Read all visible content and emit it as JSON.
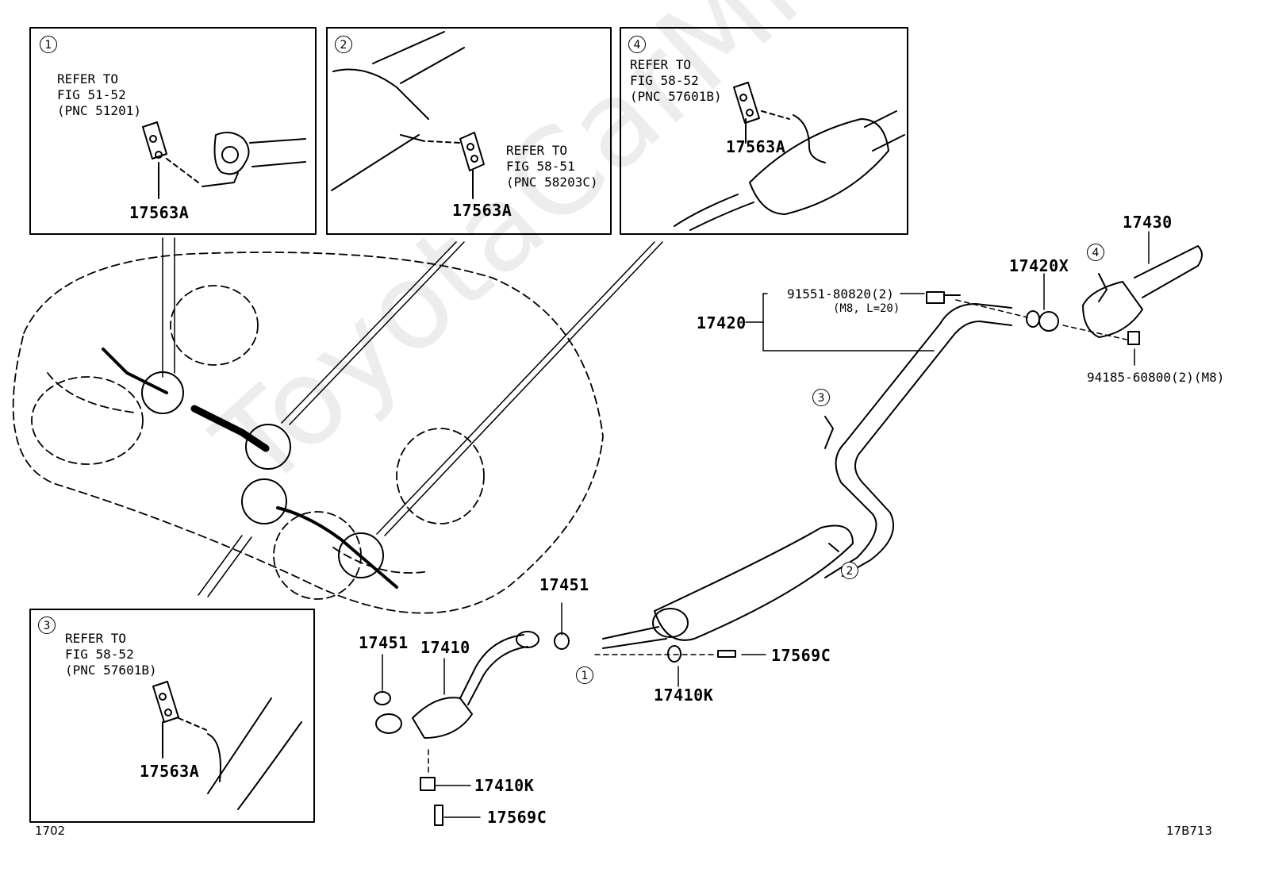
{
  "watermark": "ToyotaCarMine.ru",
  "page_number": "1702",
  "figure_code": "17B713",
  "insets": [
    {
      "marker": "1",
      "ref": "REFER TO\nFIG 51-52\n(PNC 51201)",
      "part": "17563A"
    },
    {
      "marker": "2",
      "ref": "REFER TO\nFIG 58-51\n(PNC 58203C)",
      "part": "17563A"
    },
    {
      "marker": "4",
      "ref": "REFER TO\nFIG 58-52\n(PNC 57601B)",
      "part": "17563A"
    },
    {
      "marker": "3",
      "ref": "REFER TO\nFIG 58-52\n(PNC 57601B)",
      "part": "17563A"
    }
  ],
  "parts": {
    "p17430": "17430",
    "p17420X": "17420X",
    "p17420": "17420",
    "bolt": "91551-80820(2)",
    "bolt_spec": "(M8, L=20)",
    "nut": "94185-60800(2)(M8)",
    "p17451_a": "17451",
    "p17451_b": "17451",
    "p17410": "17410",
    "p17410K_a": "17410K",
    "p17410K_b": "17410K",
    "p17569C_a": "17569C",
    "p17569C_b": "17569C"
  },
  "callouts": {
    "c1": "1",
    "c2": "2",
    "c3": "3",
    "c4": "4"
  }
}
